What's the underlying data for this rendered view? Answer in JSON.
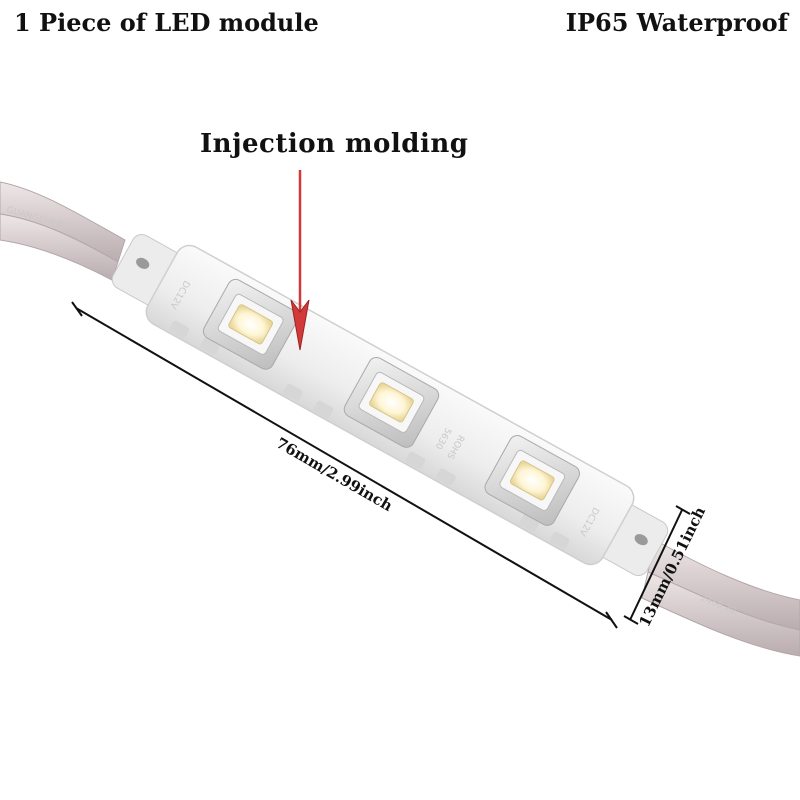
{
  "captions": {
    "product": "1 Piece of LED module",
    "rating": "IP65 Waterproof",
    "process": "Injection molding"
  },
  "dimensions": {
    "length": "76mm/2.99inch",
    "width": "13mm/0.51inch"
  },
  "module_markings": {
    "cable_left": "GUANGSHENG",
    "cable_right": "2468 20",
    "body_left": "DC12V",
    "body_middle_a": "5630",
    "body_middle_b": "ROHS",
    "body_right": "DC12V"
  },
  "colors": {
    "module_body": "#f2f2f2",
    "cable": "#d9d0d2",
    "arrow": "#d23a3a",
    "led_chip": "#fff3c8"
  }
}
